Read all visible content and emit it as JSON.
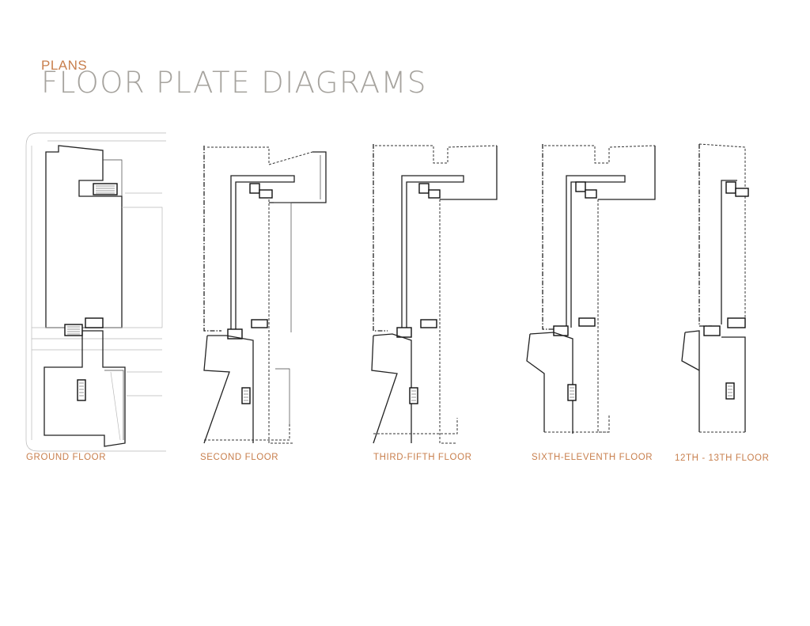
{
  "header": {
    "kicker": "PLANS",
    "title": "FLOOR PLATE DIAGRAMS"
  },
  "plans": [
    {
      "label": "GROUND FLOOR"
    },
    {
      "label": "SECOND FLOOR"
    },
    {
      "label": "THIRD-FIFTH FLOOR"
    },
    {
      "label": "SIXTH-ELEVENTH FLOOR"
    },
    {
      "label": "12TH - 13TH FLOOR"
    }
  ],
  "colors": {
    "accent": "#c87f4d",
    "title_gray": "#a6a39e",
    "line": "#222222"
  }
}
